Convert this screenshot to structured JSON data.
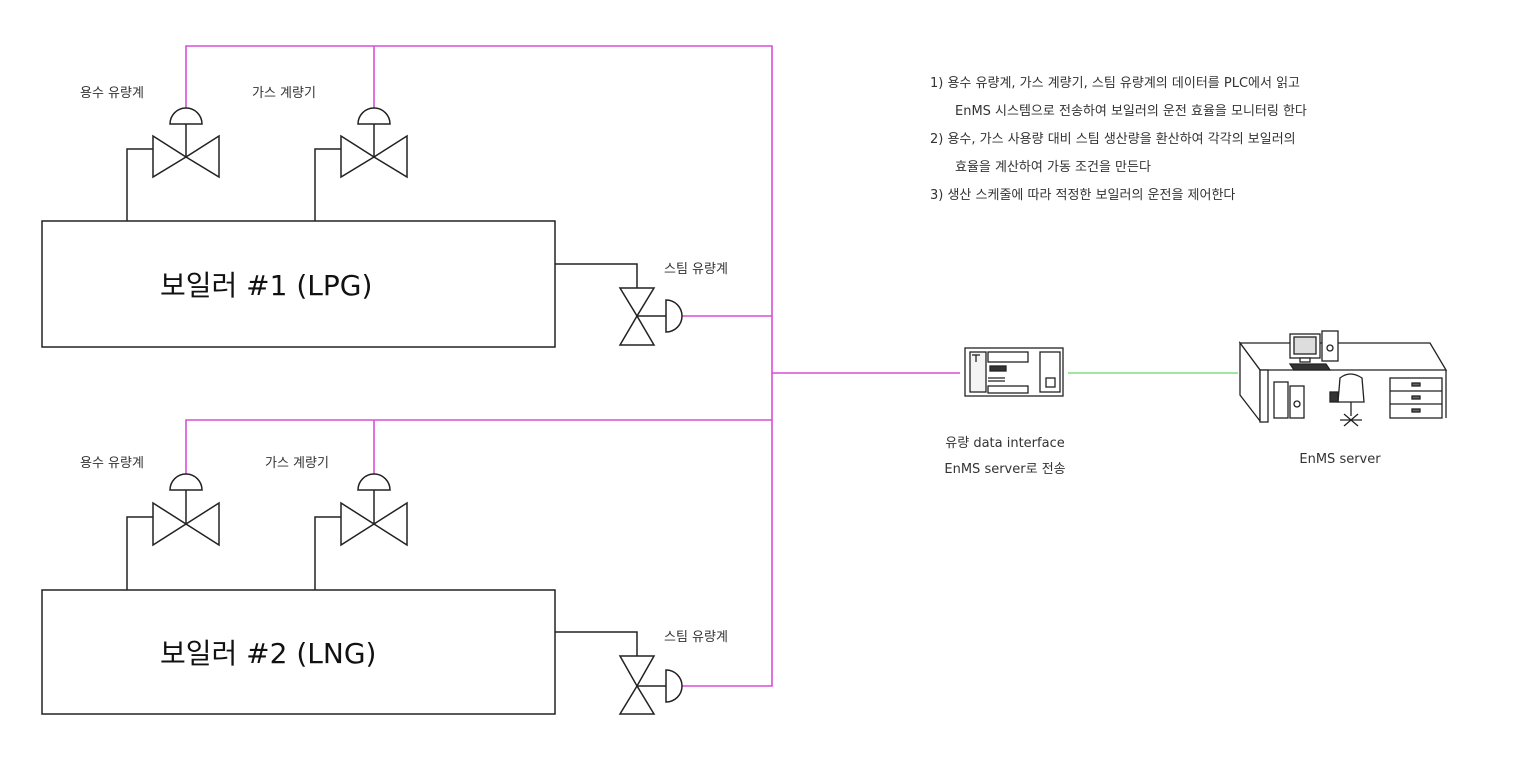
{
  "colors": {
    "signal_line": "#d94fd9",
    "network_line": "#7fe07f",
    "pipe_line": "#222222"
  },
  "boilers": [
    {
      "title": "보일러 #1 (LPG)",
      "meters": {
        "water": "용수 유량계",
        "gas": "가스 계량기",
        "steam": "스팀 유량계"
      }
    },
    {
      "title": "보일러 #2 (LNG)",
      "meters": {
        "water": "용수 유량계",
        "gas": "가스 계량기",
        "steam": "스팀 유량계"
      }
    }
  ],
  "plc": {
    "icon": "plc-icon",
    "label_line1": "유량 data interface",
    "label_line2": "EnMS server로 전송"
  },
  "server": {
    "icon": "server-desk-icon",
    "label": "EnMS server"
  },
  "notes": [
    "1) 용수 유량계, 가스 계량기, 스팀 유량계의 데이터를 PLC에서 읽고",
    "EnMS 시스템으로 전송하여 보일러의 운전 효율을 모니터링 한다",
    "2) 용수, 가스 사용량 대비 스팀 생산량을 환산하여 각각의 보일러의",
    "효율을 계산하여 가동 조건을 만든다",
    "3) 생산 스케줄에 따라 적정한 보일러의 운전을 제어한다"
  ]
}
